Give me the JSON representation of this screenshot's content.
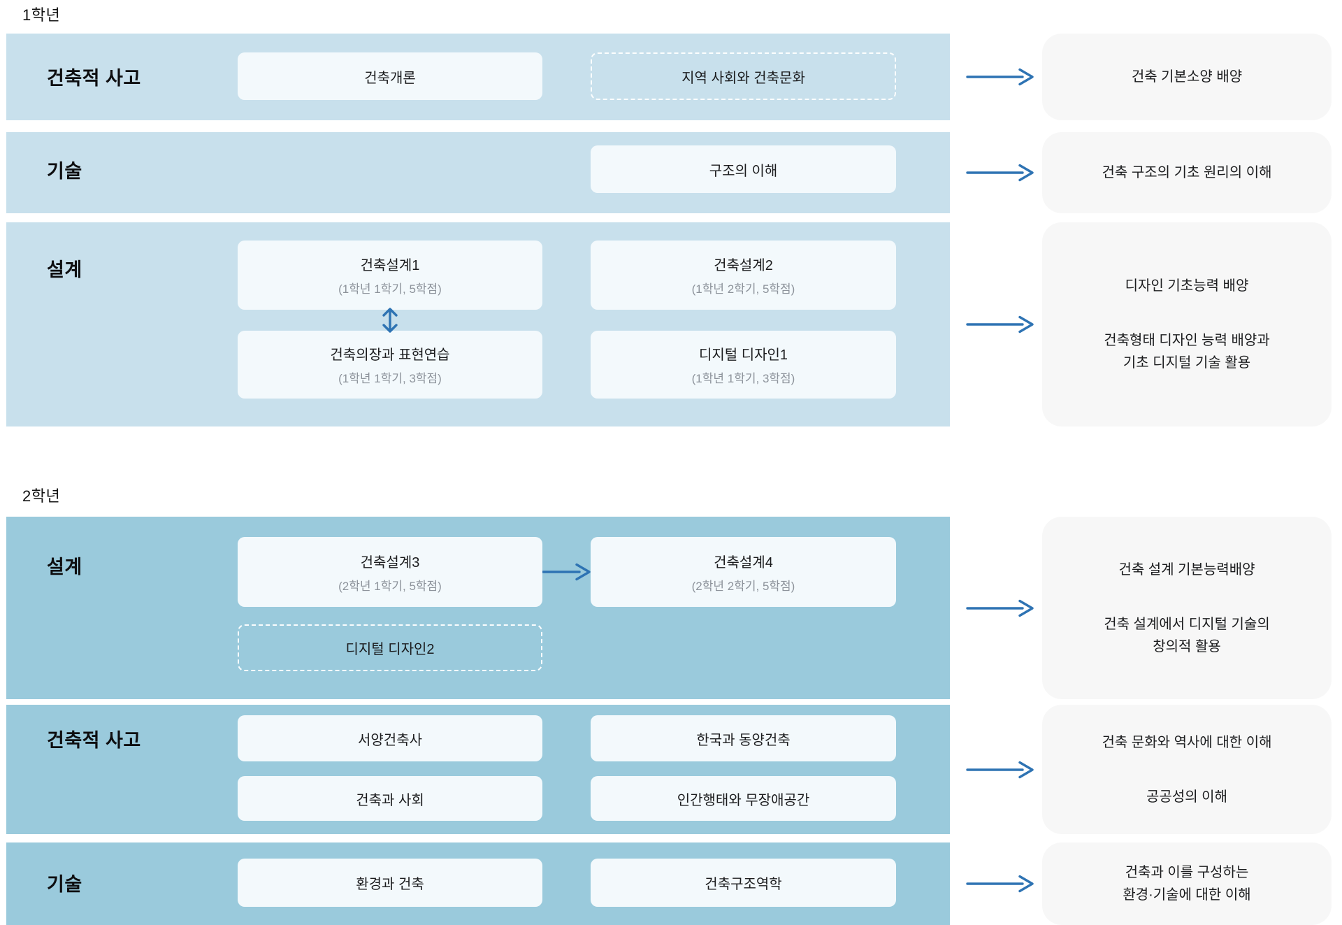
{
  "colors": {
    "year1_band": "#c8e0ec",
    "year2_band": "#9acadc",
    "course_box": "#f3f9fc",
    "dashed_border": "#ffffff",
    "outcome_box": "#f7f7f7",
    "arrow": "#2e73b3",
    "credit_text": "#8d939b"
  },
  "icons": {
    "flow_arrow": "right-arrow-icon",
    "design_link": "double-vertical-arrow-icon",
    "design_sequence": "right-arrow-icon"
  },
  "sections": [
    {
      "year_label": "1학년",
      "bands": [
        {
          "category": "건축적 사고",
          "rows": [
            [
              {
                "title": "건축개론",
                "style": "solid",
                "col": 0
              },
              {
                "title": "지역 사회와 건축문화",
                "style": "dashed",
                "col": 1
              }
            ]
          ],
          "outcome": [
            [
              "건축 기본소양 배양"
            ]
          ]
        },
        {
          "category": "기술",
          "rows": [
            [
              {
                "title": "구조의 이해",
                "style": "solid",
                "col": 1
              }
            ]
          ],
          "outcome": [
            [
              "건축 구조의 기초 원리의 이해"
            ]
          ]
        },
        {
          "category": "설계",
          "rows": [
            [
              {
                "title": "건축설계1",
                "credit": "(1학년 1학기, 5학점)",
                "style": "solid",
                "col": 0
              },
              {
                "title": "건축설계2",
                "credit": "(1학년 2학기, 5학점)",
                "style": "solid",
                "col": 1
              }
            ],
            [
              {
                "title": "건축의장과 표현연습",
                "credit": "(1학년 1학기, 3학점)",
                "style": "solid",
                "col": 0
              },
              {
                "title": "디지털 디자인1",
                "credit": "(1학년 1학기, 3학점)",
                "style": "solid",
                "col": 1
              }
            ]
          ],
          "connector": {
            "type": "double-vertical-arrow",
            "col": 0
          },
          "outcome": [
            [
              "디자인 기초능력 배양"
            ],
            [
              "건축형태 디자인 능력 배양과",
              "기초 디지털 기술 활용"
            ]
          ]
        }
      ]
    },
    {
      "year_label": "2학년",
      "bands": [
        {
          "category": "설계",
          "rows": [
            [
              {
                "title": "건축설계3",
                "credit": "(2학년 1학기, 5학점)",
                "style": "solid",
                "col": 0
              },
              {
                "title": "건축설계4",
                "credit": "(2학년 2학기, 5학점)",
                "style": "solid",
                "col": 1
              }
            ],
            [
              {
                "title": "디지털 디자인2",
                "style": "dashed",
                "col": 0
              }
            ]
          ],
          "connector": {
            "type": "horizontal-arrow",
            "row": 0
          },
          "outcome": [
            [
              "건축 설계 기본능력배양"
            ],
            [
              "건축 설계에서 디지털 기술의",
              "창의적 활용"
            ]
          ]
        },
        {
          "category": "건축적 사고",
          "rows": [
            [
              {
                "title": "서양건축사",
                "style": "solid",
                "col": 0
              },
              {
                "title": "한국과 동양건축",
                "style": "solid",
                "col": 1
              }
            ],
            [
              {
                "title": "건축과 사회",
                "style": "solid",
                "col": 0
              },
              {
                "title": "인간행태와 무장애공간",
                "style": "solid",
                "col": 1
              }
            ]
          ],
          "outcome": [
            [
              "건축 문화와 역사에 대한 이해"
            ],
            [
              "공공성의 이해"
            ]
          ]
        },
        {
          "category": "기술",
          "rows": [
            [
              {
                "title": "환경과 건축",
                "style": "solid",
                "col": 0
              },
              {
                "title": "건축구조역학",
                "style": "solid",
                "col": 1
              }
            ]
          ],
          "outcome": [
            [
              "건축과 이를 구성하는",
              "환경·기술에 대한 이해"
            ]
          ]
        }
      ]
    }
  ]
}
